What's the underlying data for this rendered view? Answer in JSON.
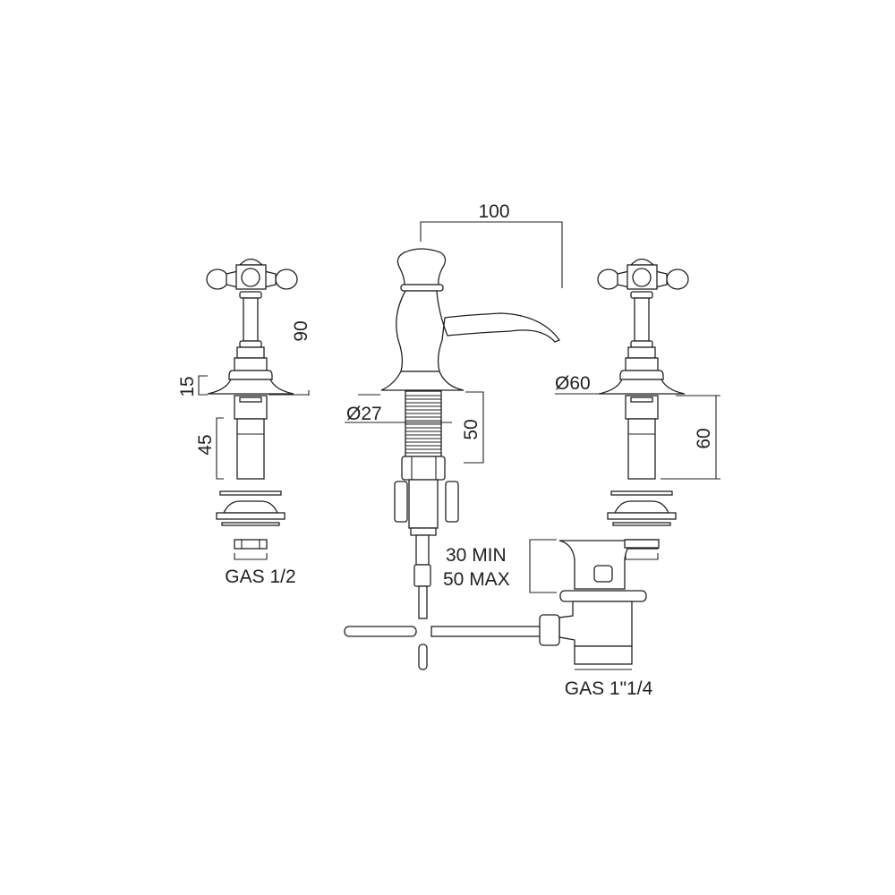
{
  "drawing": {
    "labels": {
      "spout_reach": "100",
      "tap_height": "90",
      "flange_height": "15",
      "shank_length_left": "45",
      "shank_diameter_center": "Ø27",
      "shank_length_center": "50",
      "flange_diameter_right": "Ø60",
      "shank_length_right": "60",
      "thickness_min": "30 MIN",
      "thickness_max": "50 MAX",
      "thread_tap": "GAS 1/2",
      "thread_waste": "GAS 1\"1/4"
    },
    "colors": {
      "line": "#231f20",
      "background": "#ffffff"
    }
  }
}
